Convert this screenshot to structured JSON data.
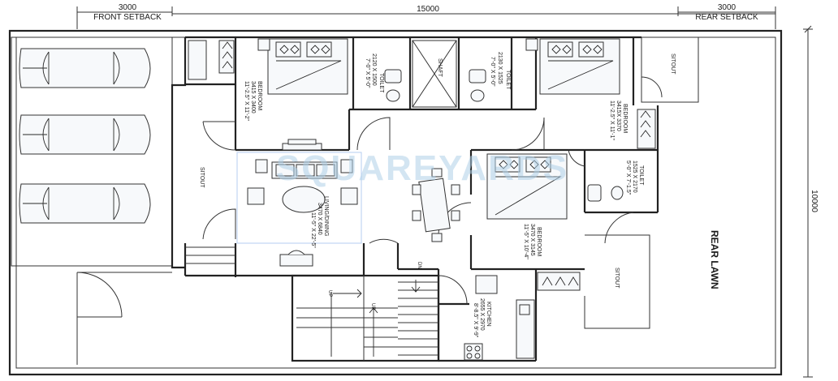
{
  "dimensions": {
    "front_setback": "3000",
    "front_setback_label": "FRONT SETBACK",
    "overall_width": "15000",
    "rear_setback": "3000",
    "rear_setback_label": "REAR SETBACK",
    "overall_depth": "10000"
  },
  "rooms": {
    "bedroom1": {
      "name": "BEDROOM",
      "size": "3415 X 3400",
      "imperial": "11'-2.5\" X 11'-2\""
    },
    "toilet1": {
      "name": "TOILET",
      "size": "2120 X 1500",
      "imperial": "7'-0\" X 5'-0\""
    },
    "shaft": {
      "name": "SHAFT"
    },
    "toilet2": {
      "name": "TOILET",
      "size": "2130 X 1525",
      "imperial": "7'-0\" X 5'-0\""
    },
    "bedroom2": {
      "name": "BEDROOM",
      "size": "3415X 3370",
      "imperial": "11'-2.5\" X 11'-1\""
    },
    "sitout_top": {
      "name": "SITOUT"
    },
    "sitout_left": {
      "name": "SITOUT"
    },
    "living_dining": {
      "name": "LIVING/DINING",
      "size": "3470 X 6840",
      "imperial": "11'-5\" X 22'-5\""
    },
    "bedroom3": {
      "name": "BEDROOM",
      "size": "3470 X 3145",
      "imperial": "11'-5\" X 10'-4\""
    },
    "toilet3": {
      "name": "TOILET",
      "size": "1525 X 2170",
      "imperial": "5'-0\" X 7'-1.5\""
    },
    "sitout_right": {
      "name": "SITOUT"
    },
    "rear_lawn": {
      "name": "REAR LAWN"
    },
    "kitchen": {
      "name": "KITCHEN",
      "size": "2655 X 2970",
      "imperial": "8'-8.5\" X 9'-9\""
    }
  },
  "stairs": {
    "up1": "UP",
    "up2": "UP",
    "dn": "DN"
  },
  "watermark": "SQUAREYARDS",
  "colors": {
    "accent": "#2f6fd6",
    "watermark": "#aecfe8",
    "wall": "#222222"
  }
}
